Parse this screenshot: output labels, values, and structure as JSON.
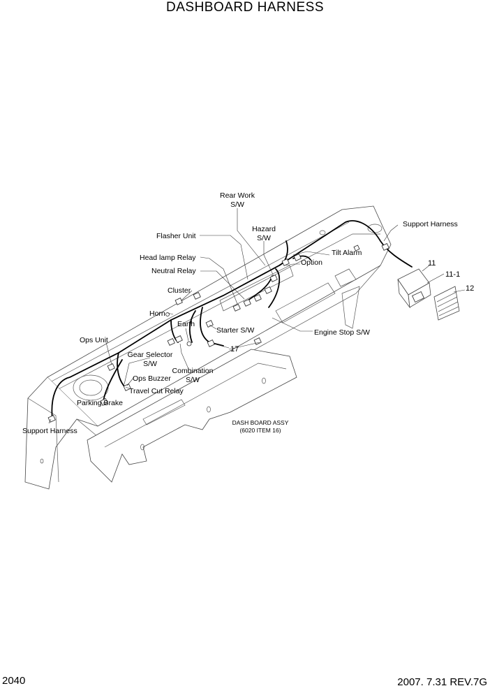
{
  "header": {
    "title": "DASHBOARD HARNESS"
  },
  "footer": {
    "page_number": "2040",
    "revision": "2007. 7.31  REV.7G"
  },
  "labels": {
    "rear_work_1": "Rear Work",
    "rear_work_2": "S/W",
    "support_harness_right": "Support Harness",
    "flasher_unit": "Flasher Unit",
    "hazard_1": "Hazard",
    "hazard_2": "S/W",
    "tilt_alarm": "Tilt Alarm",
    "head_lamp_relay": "Head lamp Relay",
    "option": "Option",
    "neutral_relay": "Neutral Relay",
    "cluster": "Cluster",
    "horn": "Horn",
    "earth": "Earth",
    "starter_sw": "Starter S/W",
    "engine_stop_sw": "Engine Stop S/W",
    "ops_unit": "Ops Unit",
    "gear_selector_1": "Gear Selector",
    "gear_selector_2": "S/W",
    "combination_1": "Combination",
    "combination_2": "S/W",
    "ops_buzzer": "Ops Buzzer",
    "travel_cut_relay": "Travel Cut Relay",
    "parking_brake": "Parking Brake",
    "support_harness_left": "Support Harness",
    "dash_board_assy_1": "DASH BOARD ASSY",
    "dash_board_assy_2": "(6020 ITEM 16)"
  },
  "callouts": {
    "item_11": "11",
    "item_11_1": "11-1",
    "item_12": "12",
    "item_17": "17"
  }
}
